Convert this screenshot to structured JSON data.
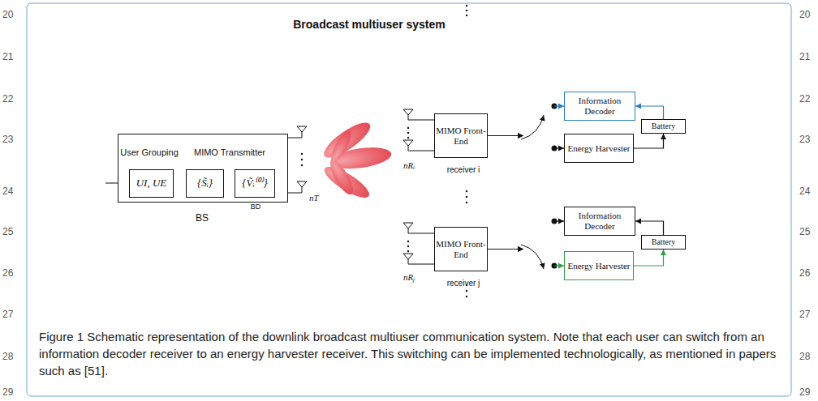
{
  "diagram": {
    "title": "Broadcast multiuser system",
    "caption": "Figure 1 Schematic representation of the downlink broadcast multiuser communication system. Note that each user can switch from an information decoder receiver to an energy harvester receiver. This switching can be implemented technologically, as mentioned in papers such as [51].",
    "nodes": [
      {
        "text": [
          "User Grouping",
          "MIMO Transmitter",
          "BS"
        ]
      },
      {
        "text": [
          "UI, UE"
        ],
        "in": 0
      },
      {
        "text": [
          "{S̃ᵢ}"
        ],
        "in": 0
      },
      {
        "text": [
          "{Ṽᵢ⁽⁰⁾}",
          "BD"
        ],
        "in": 0
      },
      {
        "text": [
          "MIMO Front-End",
          "receiver i"
        ]
      },
      {
        "text": [
          "Information Decoder"
        ]
      },
      {
        "text": [
          "Energy Harvester"
        ]
      },
      {
        "text": [
          "Battery"
        ]
      },
      {
        "text": [
          "MIMO Front-End",
          "receiver j"
        ]
      },
      {
        "text": [
          "Information Decoder"
        ]
      },
      {
        "text": [
          "Energy Harvester"
        ]
      },
      {
        "text": [
          "Battery"
        ]
      }
    ],
    "edges": [
      {
        "from": 1,
        "to": 2,
        "arrow": "none"
      },
      {
        "from": 2,
        "to": 3,
        "arrow": "none"
      },
      {
        "from": 4,
        "to": 5,
        "arrow": "to"
      },
      {
        "from": 4,
        "to": 6,
        "arrow": "to"
      },
      {
        "from": 6,
        "to": 7,
        "arrow": "to"
      },
      {
        "from": 7,
        "to": 5,
        "arrow": "to"
      },
      {
        "from": 8,
        "to": 9,
        "arrow": "to"
      },
      {
        "from": 8,
        "to": 10,
        "arrow": "to"
      },
      {
        "from": 10,
        "to": 11,
        "arrow": "to"
      },
      {
        "from": 11,
        "to": 9,
        "arrow": "to"
      }
    ],
    "labels": [
      "20",
      "21",
      "22",
      "23",
      "24",
      "25",
      "26",
      "27",
      "28",
      "29",
      "20",
      "21",
      "22",
      "23",
      "24",
      "25",
      "26",
      "27",
      "28",
      "29",
      "nT",
      "nRᵢ",
      "nRⱼ"
    ]
  }
}
